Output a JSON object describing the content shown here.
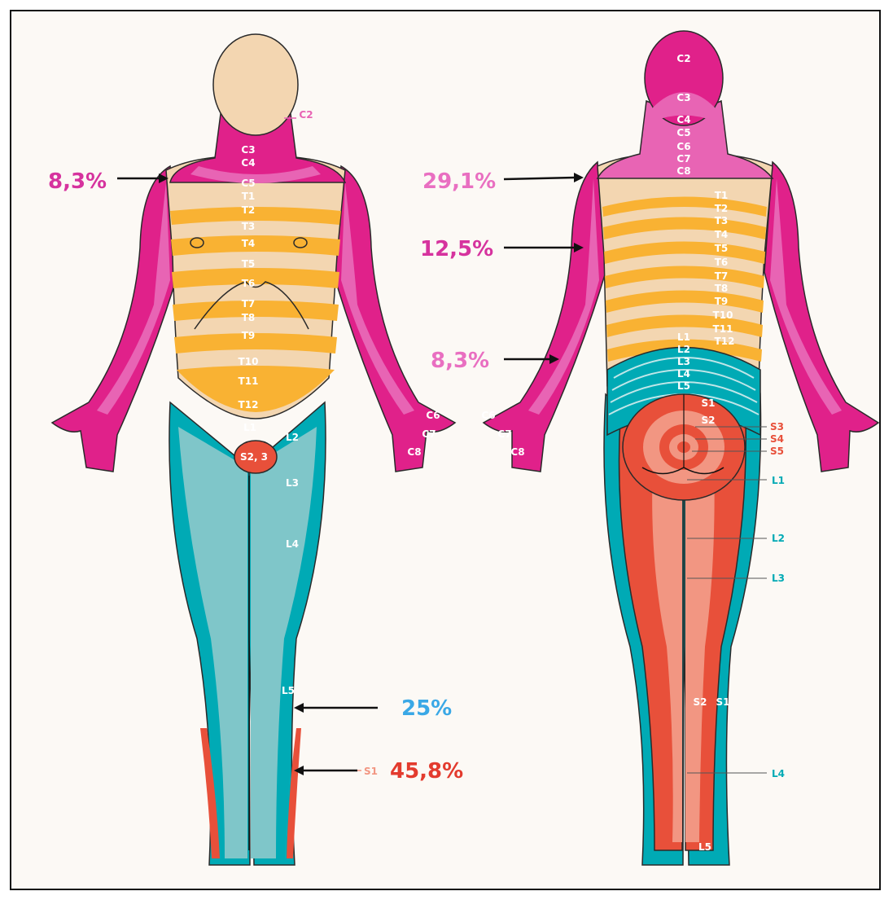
{
  "colors": {
    "magenta": "#e0218a",
    "pink": "#e864b4",
    "light_pink": "#f29bcd",
    "beige": "#f3d6b1",
    "orange": "#f9b233",
    "teal": "#00aab5",
    "light_teal": "#7fc6c9",
    "red": "#e8503a",
    "salmon": "#f29682",
    "blue_pct": "#3aa8e6",
    "red_pct": "#e33b2e",
    "magenta_pct": "#d6339e",
    "pink_pct": "#e96fc1"
  },
  "front": {
    "labels": {
      "c2": "C2",
      "c3": "C3",
      "c4": "C4",
      "c5": "C5",
      "t1": "T1",
      "t2": "T2",
      "t3": "T3",
      "t4": "T4",
      "t5": "T5",
      "t6": "T6",
      "t7": "T7",
      "t8": "T8",
      "t9": "T9",
      "t10": "T10",
      "t11": "T11",
      "t12": "T12",
      "l1": "L1",
      "l2": "L2",
      "l3": "L3",
      "l4": "L4",
      "l5": "L5",
      "s23": "S2, 3",
      "s1": "S1",
      "c6": "C6",
      "c7": "C7",
      "c8": "C8"
    },
    "percentages": {
      "shoulder": "8,3%",
      "l5": "25%",
      "s1": "45,8%"
    }
  },
  "back": {
    "labels": {
      "c2": "C2",
      "c3": "C3",
      "c4": "C4",
      "c5": "C5",
      "c6": "C6",
      "c7": "C7",
      "c8": "C8",
      "t1": "T1",
      "t2": "T2",
      "t3": "T3",
      "t4": "T4",
      "t5": "T5",
      "t6": "T6",
      "t7": "T7",
      "t8": "T8",
      "t9": "T9",
      "t10": "T10",
      "t11": "T11",
      "t12": "T12",
      "l1": "L1",
      "l2": "L2",
      "l3": "L3",
      "l4": "L4",
      "l5": "L5",
      "s1": "S1",
      "s2": "S2",
      "s3": "S3",
      "s4": "S4",
      "s5": "S5",
      "hand_c6": "C6",
      "hand_c7": "C7",
      "hand_c8": "C8",
      "leg_s2": "S2",
      "leg_s1": "S1",
      "ext_l1": "L1",
      "ext_l2": "L2",
      "ext_l3": "L3",
      "ext_l4": "L4",
      "foot_l5": "L5"
    },
    "percentages": {
      "shoulder": "29,1%",
      "upper_arm": "12,5%",
      "forearm": "8,3%"
    }
  }
}
